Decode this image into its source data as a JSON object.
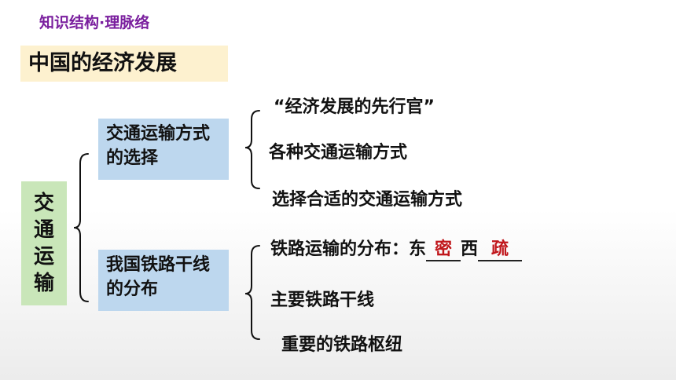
{
  "header": {
    "section_label": "知识结构·理脉络",
    "title": "中国的经济发展"
  },
  "root": {
    "label": "交通运输"
  },
  "branches": [
    {
      "label": "交通运输方式的选择",
      "items": [
        "“经济发展的先行官”",
        "各种交通运输方式",
        "选择合适的交通运输方式"
      ]
    },
    {
      "label": "我国铁路干线的分布",
      "distribution": {
        "prefix": "铁路运输的分布：东",
        "answer_east": "密",
        "middle": "西",
        "answer_west": "疏"
      },
      "items": [
        "主要铁路干线",
        "重要的铁路枢纽"
      ]
    }
  ],
  "colors": {
    "section_label": "#7a1f9e",
    "title_bg": "#fdf1cf",
    "root_bg": "#c9e6b9",
    "branch_bg": "#bdd7ee",
    "answer_text": "#c0161b"
  }
}
